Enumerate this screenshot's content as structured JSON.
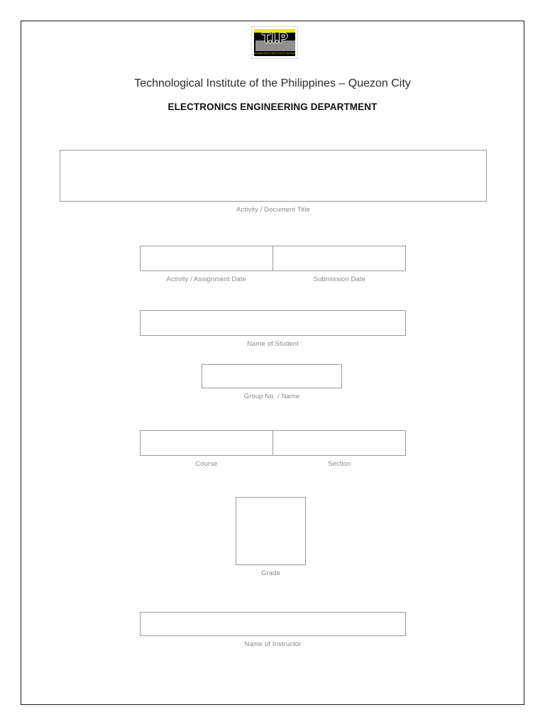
{
  "document": {
    "logo": {
      "mark_text": "T.I.P",
      "subtext": "TECHNOLOGICAL INSTITUTE OF THE PHILIPPINES",
      "bar_color": "#f2e500",
      "background_color": "#000000"
    },
    "school_title": "Technological Institute of the Philippines – Quezon City",
    "department_title": "ELECTRONICS ENGINEERING DEPARTMENT"
  },
  "form": {
    "border_color": "#9a9a9a",
    "caption_color": "#8a8a8a",
    "fields": {
      "activity_title": {
        "caption": "Activity / Document Title",
        "value": ""
      },
      "activity_date": {
        "caption": "Activity / Assignment Date",
        "value": ""
      },
      "submission_date": {
        "caption": "Submission Date",
        "value": ""
      },
      "student_name": {
        "caption": "Name of Student",
        "value": ""
      },
      "group": {
        "caption": "Group No. / Name",
        "value": ""
      },
      "course": {
        "caption": "Course",
        "value": ""
      },
      "section": {
        "caption": "Section",
        "value": ""
      },
      "grade": {
        "caption": "Grade",
        "value": ""
      },
      "instructor_name": {
        "caption": "Name of Instructor",
        "value": ""
      }
    }
  }
}
